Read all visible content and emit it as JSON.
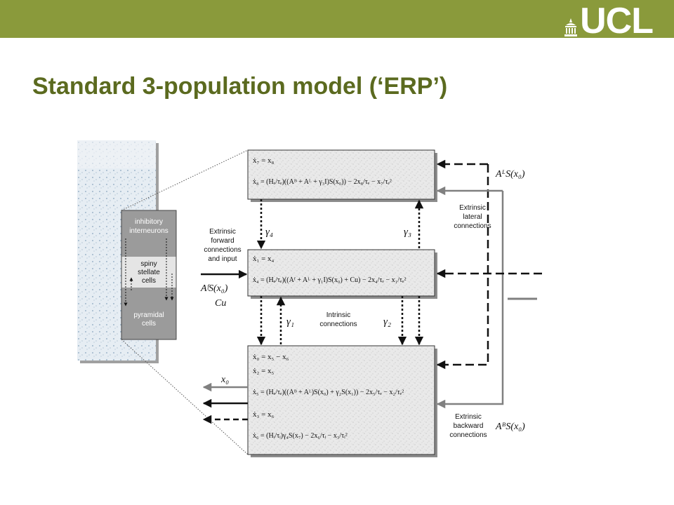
{
  "header": {
    "logo_text": "UCL",
    "brand_color": "#8a9a3b",
    "title_color": "#5b6a1f"
  },
  "slide": {
    "title": "Standard 3-population model (‘ERP’)"
  },
  "diagram": {
    "cortex_labels": {
      "inhibitory": [
        "inhibitory",
        "interneurons"
      ],
      "spiny": [
        "spiny",
        "stellate",
        "cells"
      ],
      "pyramidal": [
        "pyramidal",
        "cells"
      ]
    },
    "top_box": {
      "eq1": "ẋ₇ = x₈",
      "eq2": "ẋ₈ = (Hₑ/τₑ)((Aᴮ + Aᴸ + γ₃I)S(x₀)) − 2x₈/τₑ − x₇/τₑ²"
    },
    "middle_box": {
      "eq1": "ẋ₁ = x₄",
      "eq2": "ẋ₄ = (Hₑ/τₑ)((Aᶠ + Aᴸ + γ₁I)S(x₀) + Cu) − 2x₄/τₑ − x₁/τₑ²"
    },
    "bottom_box": {
      "eq1": "ẋ₀ = x₅ − x₆",
      "eq2": "ẋ₂ = x₅",
      "eq3": "ẋ₅ = (Hₑ/τₑ)((Aᴮ + Aᴸ)S(x₀) + γ₂S(x₁)) − 2x₅/τₑ − x₂/τₑ²",
      "eq4": "ẋ₃ = x₆",
      "eq5": "ẋ₆ = (Hᵢ/τᵢ)γ₄S(x₇) − 2x₆/τᵢ − x₃/τᵢ²"
    },
    "gammas": {
      "g1": "γ₁",
      "g2": "γ₂",
      "g3": "γ₃",
      "g4": "γ₄"
    },
    "labels": {
      "extrinsic_forward": [
        "Extrinsic",
        "forward",
        "connections",
        "and input"
      ],
      "input_af": "AᶠS(x₀)",
      "input_cu": "Cu",
      "intrinsic": [
        "Intrinsic",
        "connections"
      ],
      "extrinsic_lateral": [
        "Extrinsic",
        "lateral",
        "connections"
      ],
      "lateral_expr": "AᴸS(x₀)",
      "extrinsic_backward": [
        "Extrinsic",
        "backward",
        "connections"
      ],
      "backward_expr": "AᴮS(x₀)",
      "output": "x₀"
    }
  }
}
